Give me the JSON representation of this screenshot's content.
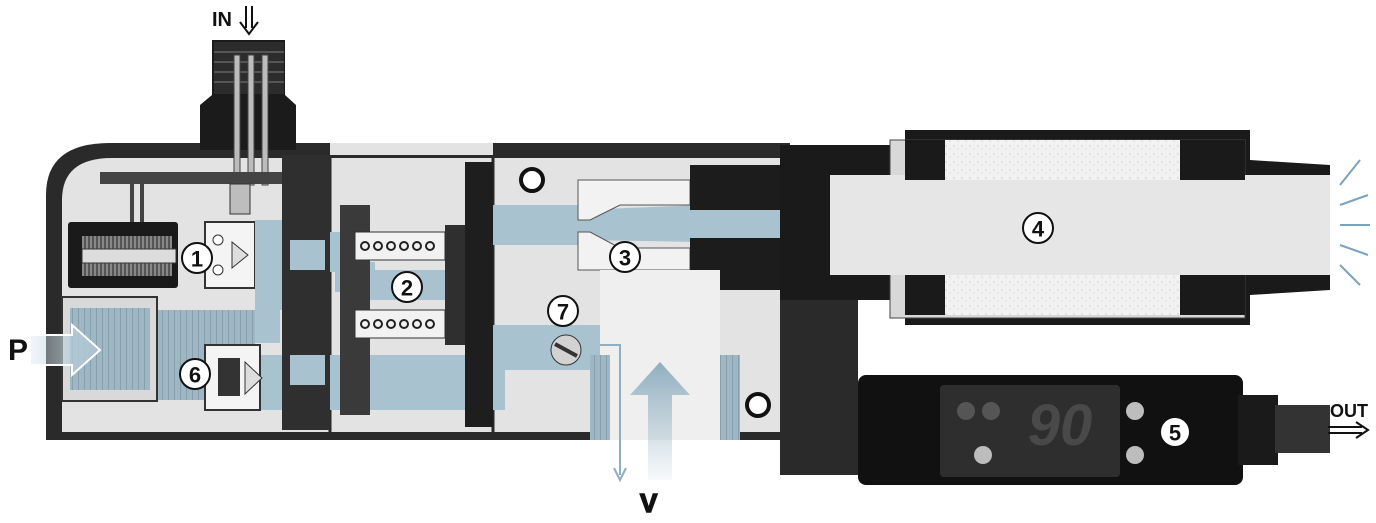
{
  "labels": {
    "inlet": "IN",
    "pressure": "P",
    "vacuum": "V",
    "output": "OUT"
  },
  "callouts": [
    "1",
    "2",
    "3",
    "4",
    "5",
    "6",
    "7"
  ],
  "display": {
    "readout": "90"
  },
  "colors": {
    "air_flow": "#a9c2d0",
    "body": "#e3e3e3",
    "dark_frame": "#2a2a2a",
    "black_part": "#111111",
    "silencer_foam": "#f3f3f3"
  },
  "icons": [
    "arrow-down-icon",
    "arrow-right-icon",
    "arrow-up-icon",
    "exhaust-rays-icon"
  ]
}
